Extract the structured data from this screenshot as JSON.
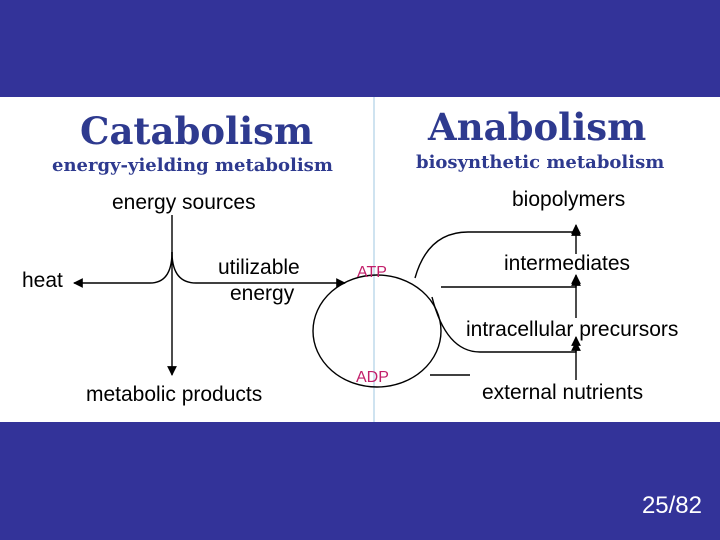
{
  "catabolism": {
    "title": "Catabolism",
    "subtitle": "energy-yielding metabolism",
    "energy_sources": "energy sources",
    "heat": "heat",
    "utilizable": "utilizable",
    "energy": "energy",
    "metabolic_products": "metabolic products"
  },
  "anabolism": {
    "title": "Anabolism",
    "subtitle": "biosynthetic metabolism",
    "biopolymers": "biopolymers",
    "intermediates": "intermediates",
    "intracellular_precursors": "intracellular precursors",
    "external_nutrients": "external nutrients"
  },
  "cycle": {
    "atp": "ATP",
    "adp": "ADP"
  },
  "colors": {
    "background": "#333399",
    "title": "#2e3a8f",
    "atp_adp": "#c21f6a"
  },
  "page_number": "25/82"
}
